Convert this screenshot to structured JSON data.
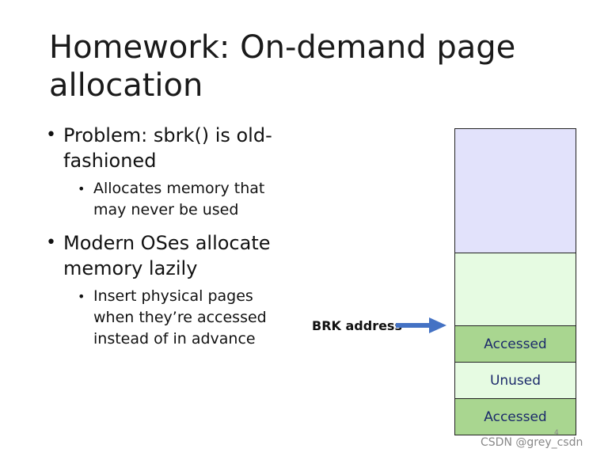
{
  "slide": {
    "title": "Homework: On-demand page allocation",
    "bullets": [
      {
        "text": "Problem: sbrk() is old-fashioned",
        "sub": [
          "Allocates memory that may never be used"
        ]
      },
      {
        "text": "Modern OSes allocate memory lazily",
        "sub": [
          "Insert physical pages when they’re accessed instead of in advance"
        ]
      }
    ]
  },
  "diagram": {
    "brk_label": "BRK address",
    "segments": [
      {
        "label": "",
        "color": "#e2e2fb"
      },
      {
        "label": "",
        "color": "#e6fbe2"
      },
      {
        "label": "Accessed",
        "color": "#a9d690"
      },
      {
        "label": "Unused",
        "color": "#e6fbe2"
      },
      {
        "label": "Accessed",
        "color": "#a9d690"
      }
    ],
    "arrow_color": "#4472c4"
  },
  "footer": {
    "page_number": "4",
    "watermark": "CSDN @grey_csdn"
  }
}
